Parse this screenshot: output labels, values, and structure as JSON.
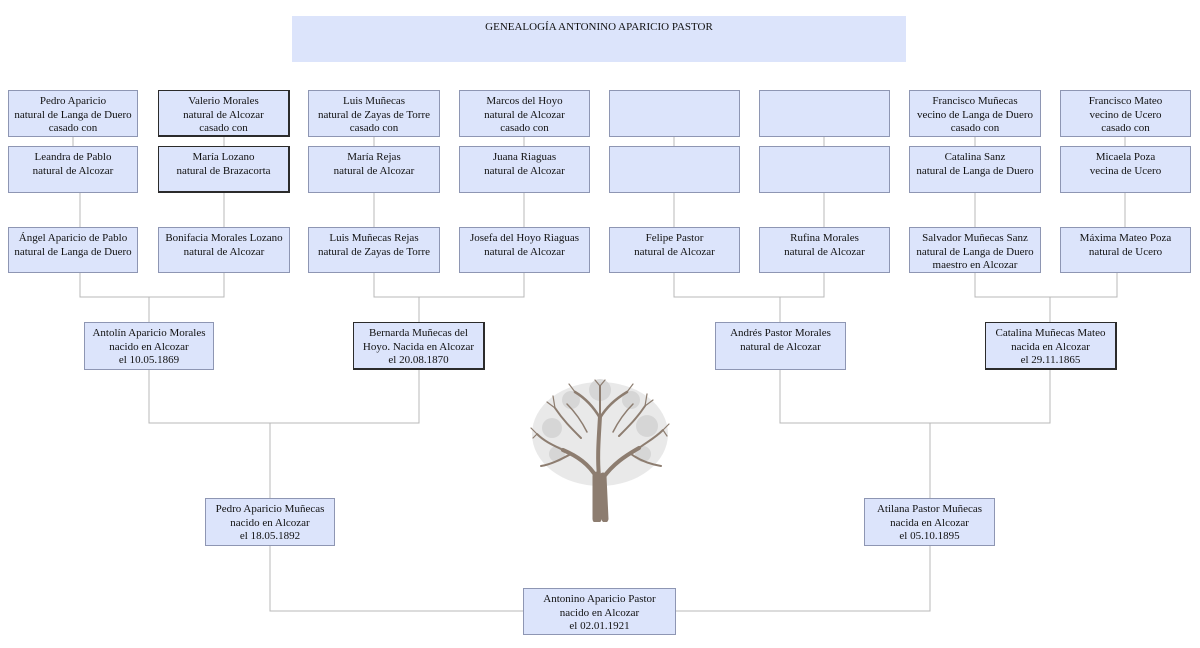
{
  "title": "GENEALOGÍA ANTONINO APARICIO PASTOR",
  "row1": [
    {
      "l1": "Pedro Aparicio",
      "l2": "natural de Langa de Duero",
      "l3": "casado con"
    },
    {
      "l1": "Valerio Morales",
      "l2": "natural de Alcozar",
      "l3": "casado con"
    },
    {
      "l1": "Luis Muñecas",
      "l2": "natural de Zayas de Torre",
      "l3": "casado con"
    },
    {
      "l1": "Marcos del Hoyo",
      "l2": "natural de Alcozar",
      "l3": "casado con"
    },
    {
      "l1": "",
      "l2": "",
      "l3": ""
    },
    {
      "l1": "",
      "l2": "",
      "l3": ""
    },
    {
      "l1": "Francisco Muñecas",
      "l2": "vecino de Langa de Duero",
      "l3": "casado con"
    },
    {
      "l1": "Francisco Mateo",
      "l2": "vecino de Ucero",
      "l3": "casado con"
    }
  ],
  "row2": [
    {
      "l1": "Leandra de Pablo",
      "l2": "natural de Alcozar"
    },
    {
      "l1": "María Lozano",
      "l2": "natural de Brazacorta"
    },
    {
      "l1": "María Rejas",
      "l2": "natural de Alcozar"
    },
    {
      "l1": "Juana Riaguas",
      "l2": "natural de Alcozar"
    },
    {
      "l1": "",
      "l2": ""
    },
    {
      "l1": "",
      "l2": ""
    },
    {
      "l1": "Catalina Sanz",
      "l2": "natural de Langa de Duero"
    },
    {
      "l1": "Micaela Poza",
      "l2": "vecina de Ucero"
    }
  ],
  "row3": [
    {
      "l1": "Ángel Aparicio de Pablo",
      "l2": "natural de Langa de Duero",
      "l3": ""
    },
    {
      "l1": "Bonifacia Morales Lozano",
      "l2": "natural de Alcozar",
      "l3": ""
    },
    {
      "l1": "Luis Muñecas Rejas",
      "l2": "natural de Zayas de Torre",
      "l3": ""
    },
    {
      "l1": "Josefa del Hoyo Riaguas",
      "l2": "natural de Alcozar",
      "l3": ""
    },
    {
      "l1": "Felipe Pastor",
      "l2": "natural de Alcozar",
      "l3": ""
    },
    {
      "l1": "Rufina Morales",
      "l2": "natural de Alcozar",
      "l3": ""
    },
    {
      "l1": "Salvador Muñecas Sanz",
      "l2": "natural de Langa de Duero",
      "l3": "maestro en Alcozar"
    },
    {
      "l1": "Máxima Mateo Poza",
      "l2": "natural de Ucero",
      "l3": ""
    }
  ],
  "row4": [
    {
      "l1": "Antolín Aparicio Morales",
      "l2": "nacido en Alcozar",
      "l3": "el 10.05.1869"
    },
    {
      "l1": "Bernarda Muñecas del",
      "l2": "Hoyo. Nacida en Alcozar",
      "l3": "el 20.08.1870"
    },
    {
      "l1": "Andrés Pastor Morales",
      "l2": "natural de Alcozar",
      "l3": ""
    },
    {
      "l1": "Catalina Muñecas Mateo",
      "l2": "nacida en Alcozar",
      "l3": "el 29.11.1865"
    }
  ],
  "row5": [
    {
      "l1": "Pedro Aparicio Muñecas",
      "l2": "nacido en Alcozar",
      "l3": "el 18.05.1892"
    },
    {
      "l1": "Atilana Pastor Muñecas",
      "l2": "nacida en Alcozar",
      "l3": "el 05.10.1895"
    }
  ],
  "root": {
    "l1": "Antonino Aparicio Pastor",
    "l2": "nacido en Alcozar",
    "l3": "el 02.01.1921"
  }
}
